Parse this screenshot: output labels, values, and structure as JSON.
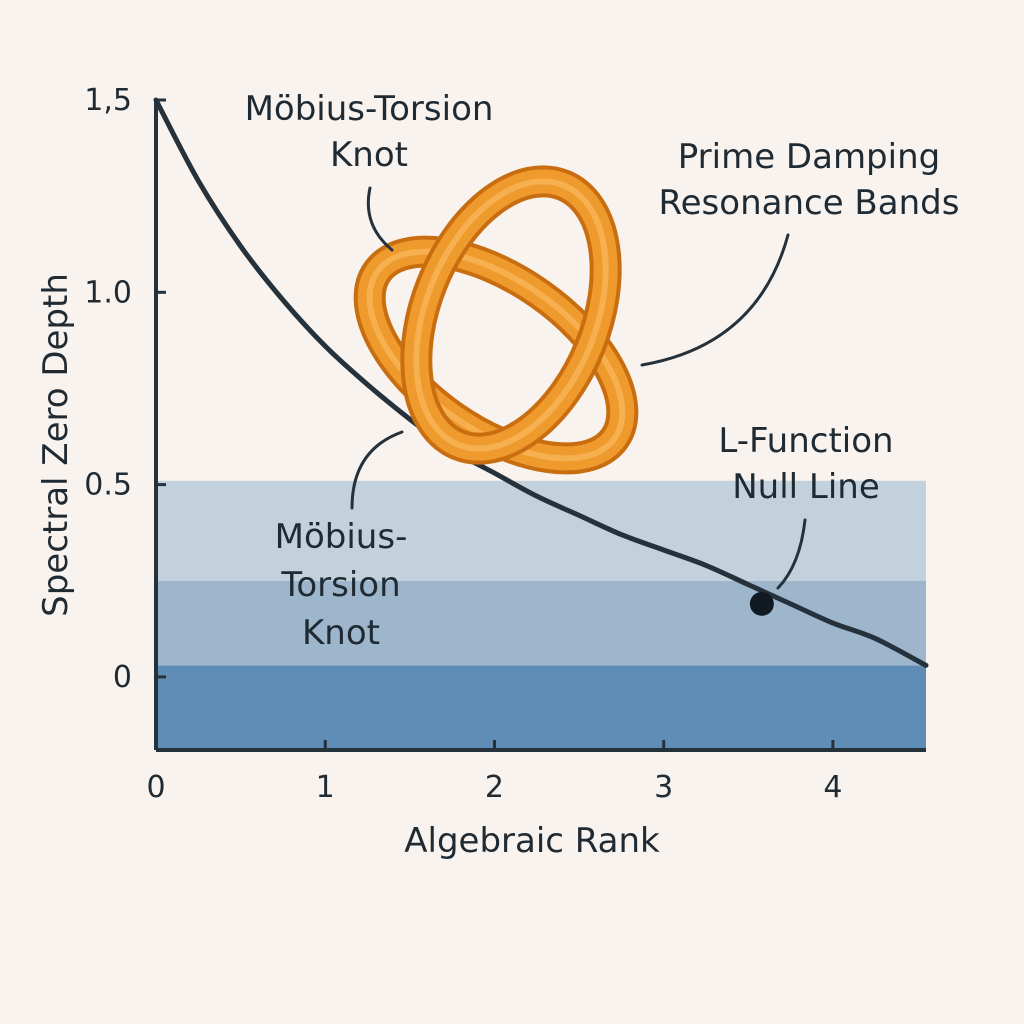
{
  "chart_data": {
    "type": "line",
    "title": "",
    "xlabel": "Algebraic Rank",
    "ylabel": "Spectral Zero Depth",
    "xlim": [
      0,
      4.55
    ],
    "ylim": [
      -0.19,
      1.5
    ],
    "x_ticks": [
      {
        "value": 0,
        "label": "0"
      },
      {
        "value": 1,
        "label": "1"
      },
      {
        "value": 2,
        "label": "2"
      },
      {
        "value": 3,
        "label": "3"
      },
      {
        "value": 4,
        "label": "4"
      }
    ],
    "y_ticks": [
      {
        "value": 0,
        "label": "0"
      },
      {
        "value": 0.5,
        "label": "0.5"
      },
      {
        "value": 1.0,
        "label": "1.0"
      },
      {
        "value": 1.5,
        "label": "1,5"
      }
    ],
    "series": [
      {
        "x": [
          0,
          0.25,
          0.5,
          0.75,
          1.0,
          1.25,
          1.5,
          1.75,
          2.0,
          2.25,
          2.5,
          2.75,
          3.0,
          3.25,
          3.5,
          3.75,
          4.0,
          4.25,
          4.55
        ],
        "y": [
          1.5,
          1.29,
          1.12,
          0.98,
          0.86,
          0.76,
          0.67,
          0.59,
          0.53,
          0.47,
          0.42,
          0.37,
          0.33,
          0.29,
          0.24,
          0.19,
          0.14,
          0.1,
          0.03
        ]
      }
    ],
    "bands": [
      {
        "y0": -0.19,
        "y1": 0.03,
        "color": "#5f8db5"
      },
      {
        "y0": 0.03,
        "y1": 0.25,
        "color": "#9eb6cc"
      },
      {
        "y0": 0.25,
        "y1": 0.51,
        "color": "#c3d1dc"
      }
    ],
    "marker": {
      "x": 3.58,
      "y": 0.19
    },
    "grid": false,
    "legend": "none",
    "annotations": {
      "knot_top": [
        "Möbius-Torsion",
        "Knot"
      ],
      "bands": [
        "Prime Damping",
        "Resonance Bands"
      ],
      "knot_bottom": [
        "Möbius-",
        "Torsion",
        "Knot"
      ],
      "null_line": [
        "L-Function",
        "Null Line"
      ]
    },
    "colors": {
      "curve": "#25313b",
      "axis": "#25313b",
      "knot": "#ef9a2c",
      "knot_edge": "#c96e10",
      "background": "#f8f3ee"
    }
  }
}
